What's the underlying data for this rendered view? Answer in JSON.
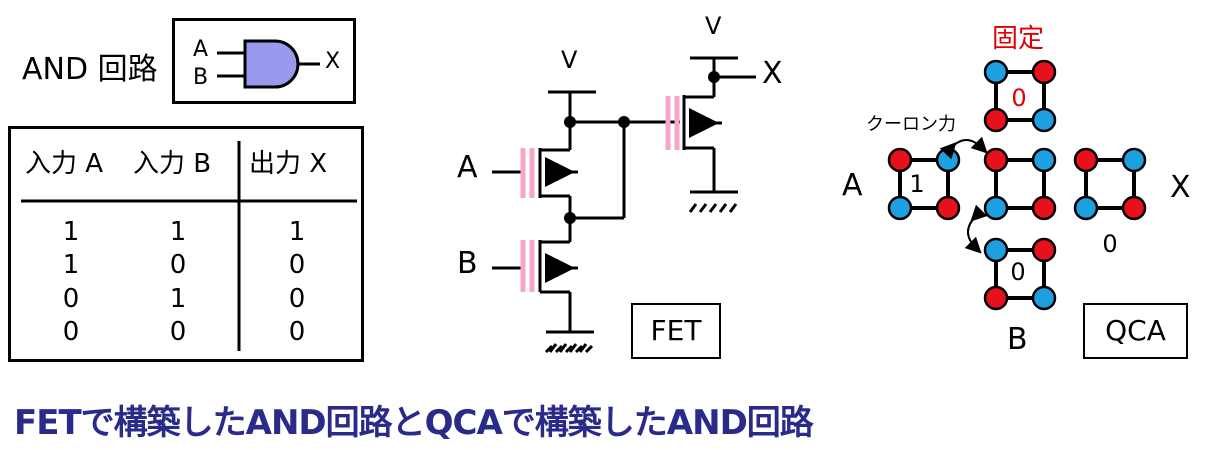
{
  "gate": {
    "title": "AND 回路",
    "input_a": "A",
    "input_b": "B",
    "output": "X",
    "fill_color": "#9999ee"
  },
  "truth_table": {
    "headers": [
      "入力 A",
      "入力 B",
      "出力 X"
    ],
    "rows": [
      [
        "1",
        "1",
        "1"
      ],
      [
        "1",
        "0",
        "0"
      ],
      [
        "0",
        "1",
        "0"
      ],
      [
        "0",
        "0",
        "0"
      ]
    ]
  },
  "fet": {
    "v_left": "V",
    "v_right": "V",
    "input_a": "A",
    "input_b": "B",
    "output": "X",
    "label": "FET",
    "gate_color": "#f4a6c8"
  },
  "qca": {
    "fixed_label": "固定",
    "coulomb_label": "クーロン力",
    "input_a": "A",
    "input_b": "B",
    "output": "X",
    "fixed_value": "0",
    "a_value": "1",
    "b_value": "0",
    "x_value": "0",
    "label": "QCA",
    "red": "#e8101c",
    "blue": "#1ea0e0"
  },
  "caption": "FETで構築したAND回路とQCAで構築したAND回路"
}
